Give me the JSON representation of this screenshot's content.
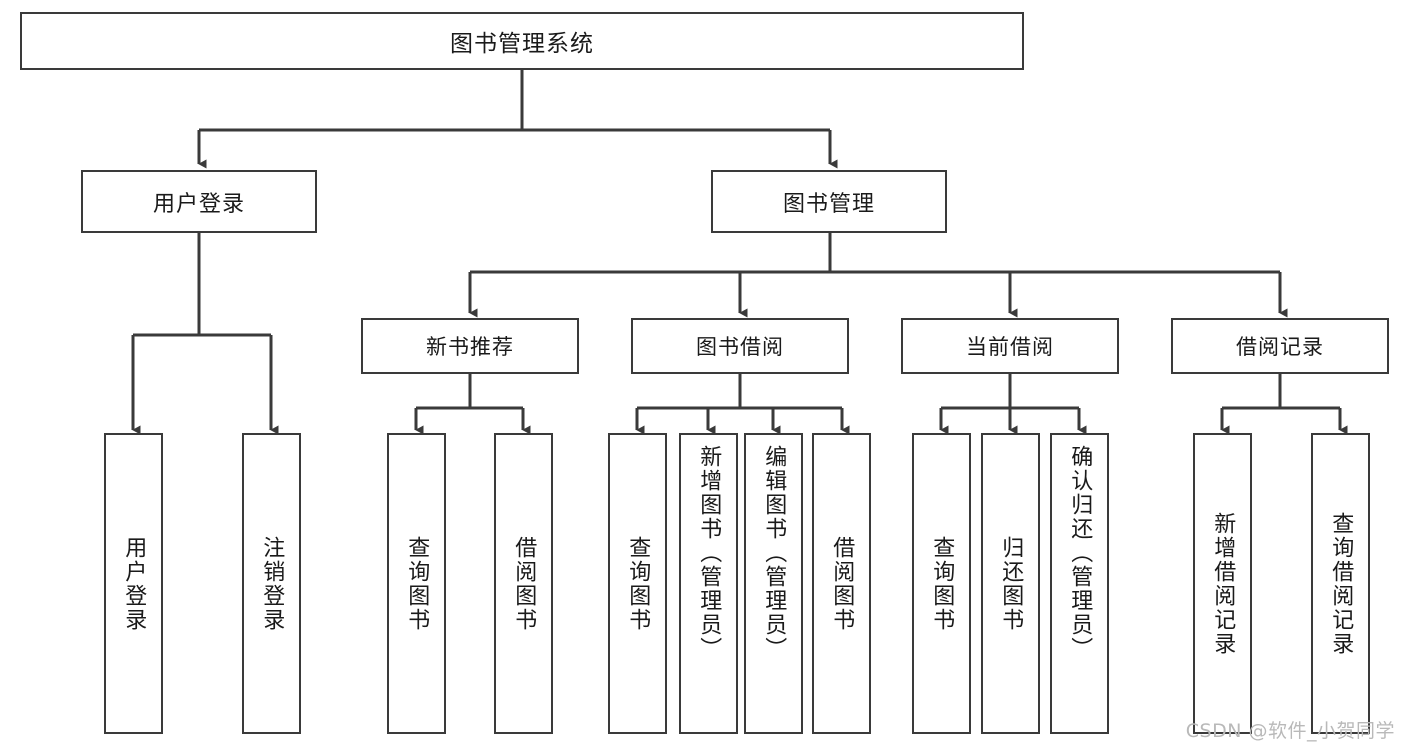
{
  "diagram": {
    "type": "tree",
    "title": "图书管理系统",
    "root": {
      "label": "图书管理系统"
    },
    "level2": [
      {
        "label": "用户登录"
      },
      {
        "label": "图书管理"
      }
    ],
    "level3": [
      {
        "label": "新书推荐"
      },
      {
        "label": "图书借阅"
      },
      {
        "label": "当前借阅"
      },
      {
        "label": "借阅记录"
      }
    ],
    "leaves": {
      "user_login": [
        {
          "label": "用户登录"
        },
        {
          "label": "注销登录"
        }
      ],
      "new_book_recommend": [
        {
          "label": "查询图书"
        },
        {
          "label": "借阅图书"
        }
      ],
      "book_borrow": [
        {
          "label": "查询图书"
        },
        {
          "label": "新增图书（管理员）"
        },
        {
          "label": "编辑图书（管理员）"
        },
        {
          "label": "借阅图书"
        }
      ],
      "current_borrow": [
        {
          "label": "查询图书"
        },
        {
          "label": "归还图书"
        },
        {
          "label": "确认归还（管理员）"
        }
      ],
      "borrow_record": [
        {
          "label": "新增借阅记录"
        },
        {
          "label": "查询借阅记录"
        }
      ]
    }
  },
  "watermark": {
    "text": "CSDN @软件_小贺同学"
  },
  "colors": {
    "box_border": "#3a3a3a",
    "box_fill": "#ffffff",
    "line": "#3a3a3a",
    "text": "#1a1a1a",
    "watermark": "#b9b9b9"
  }
}
